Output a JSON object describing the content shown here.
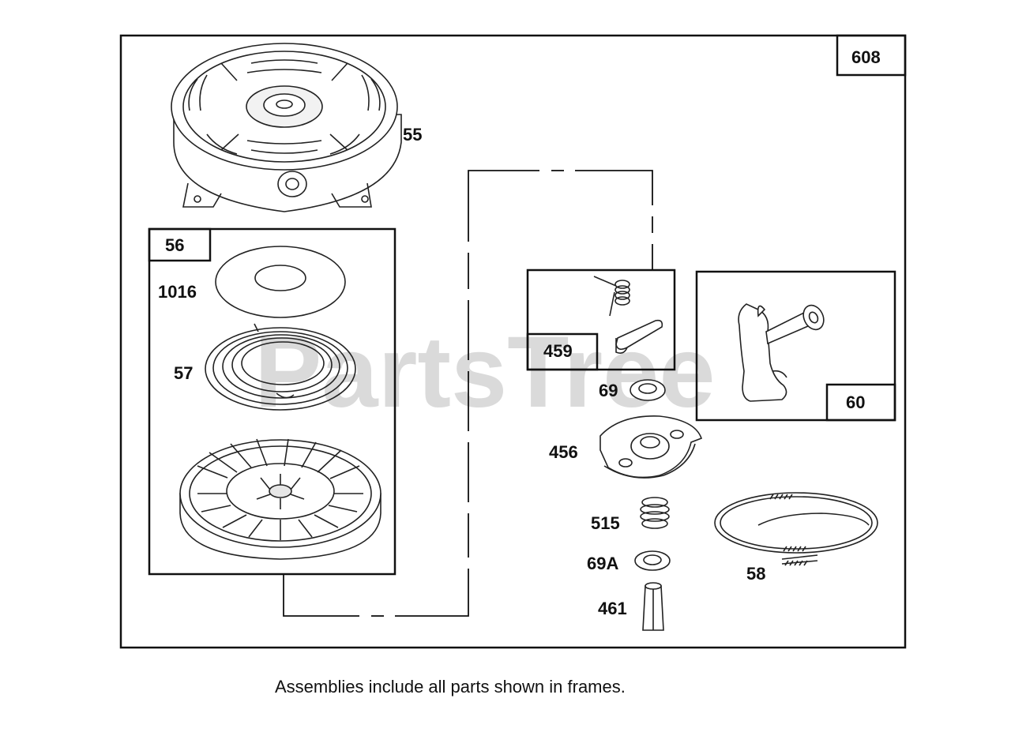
{
  "watermark": "PartsTree",
  "trademark": "™",
  "caption": "Assemblies include all parts shown in frames.",
  "labels": {
    "assembly_608": "608",
    "part_55": "55",
    "assembly_56": "56",
    "part_1016": "1016",
    "part_57": "57",
    "assembly_459": "459",
    "assembly_60": "60",
    "part_69": "69",
    "part_456": "456",
    "part_515": "515",
    "part_69a": "69A",
    "part_461": "461",
    "part_58": "58"
  }
}
